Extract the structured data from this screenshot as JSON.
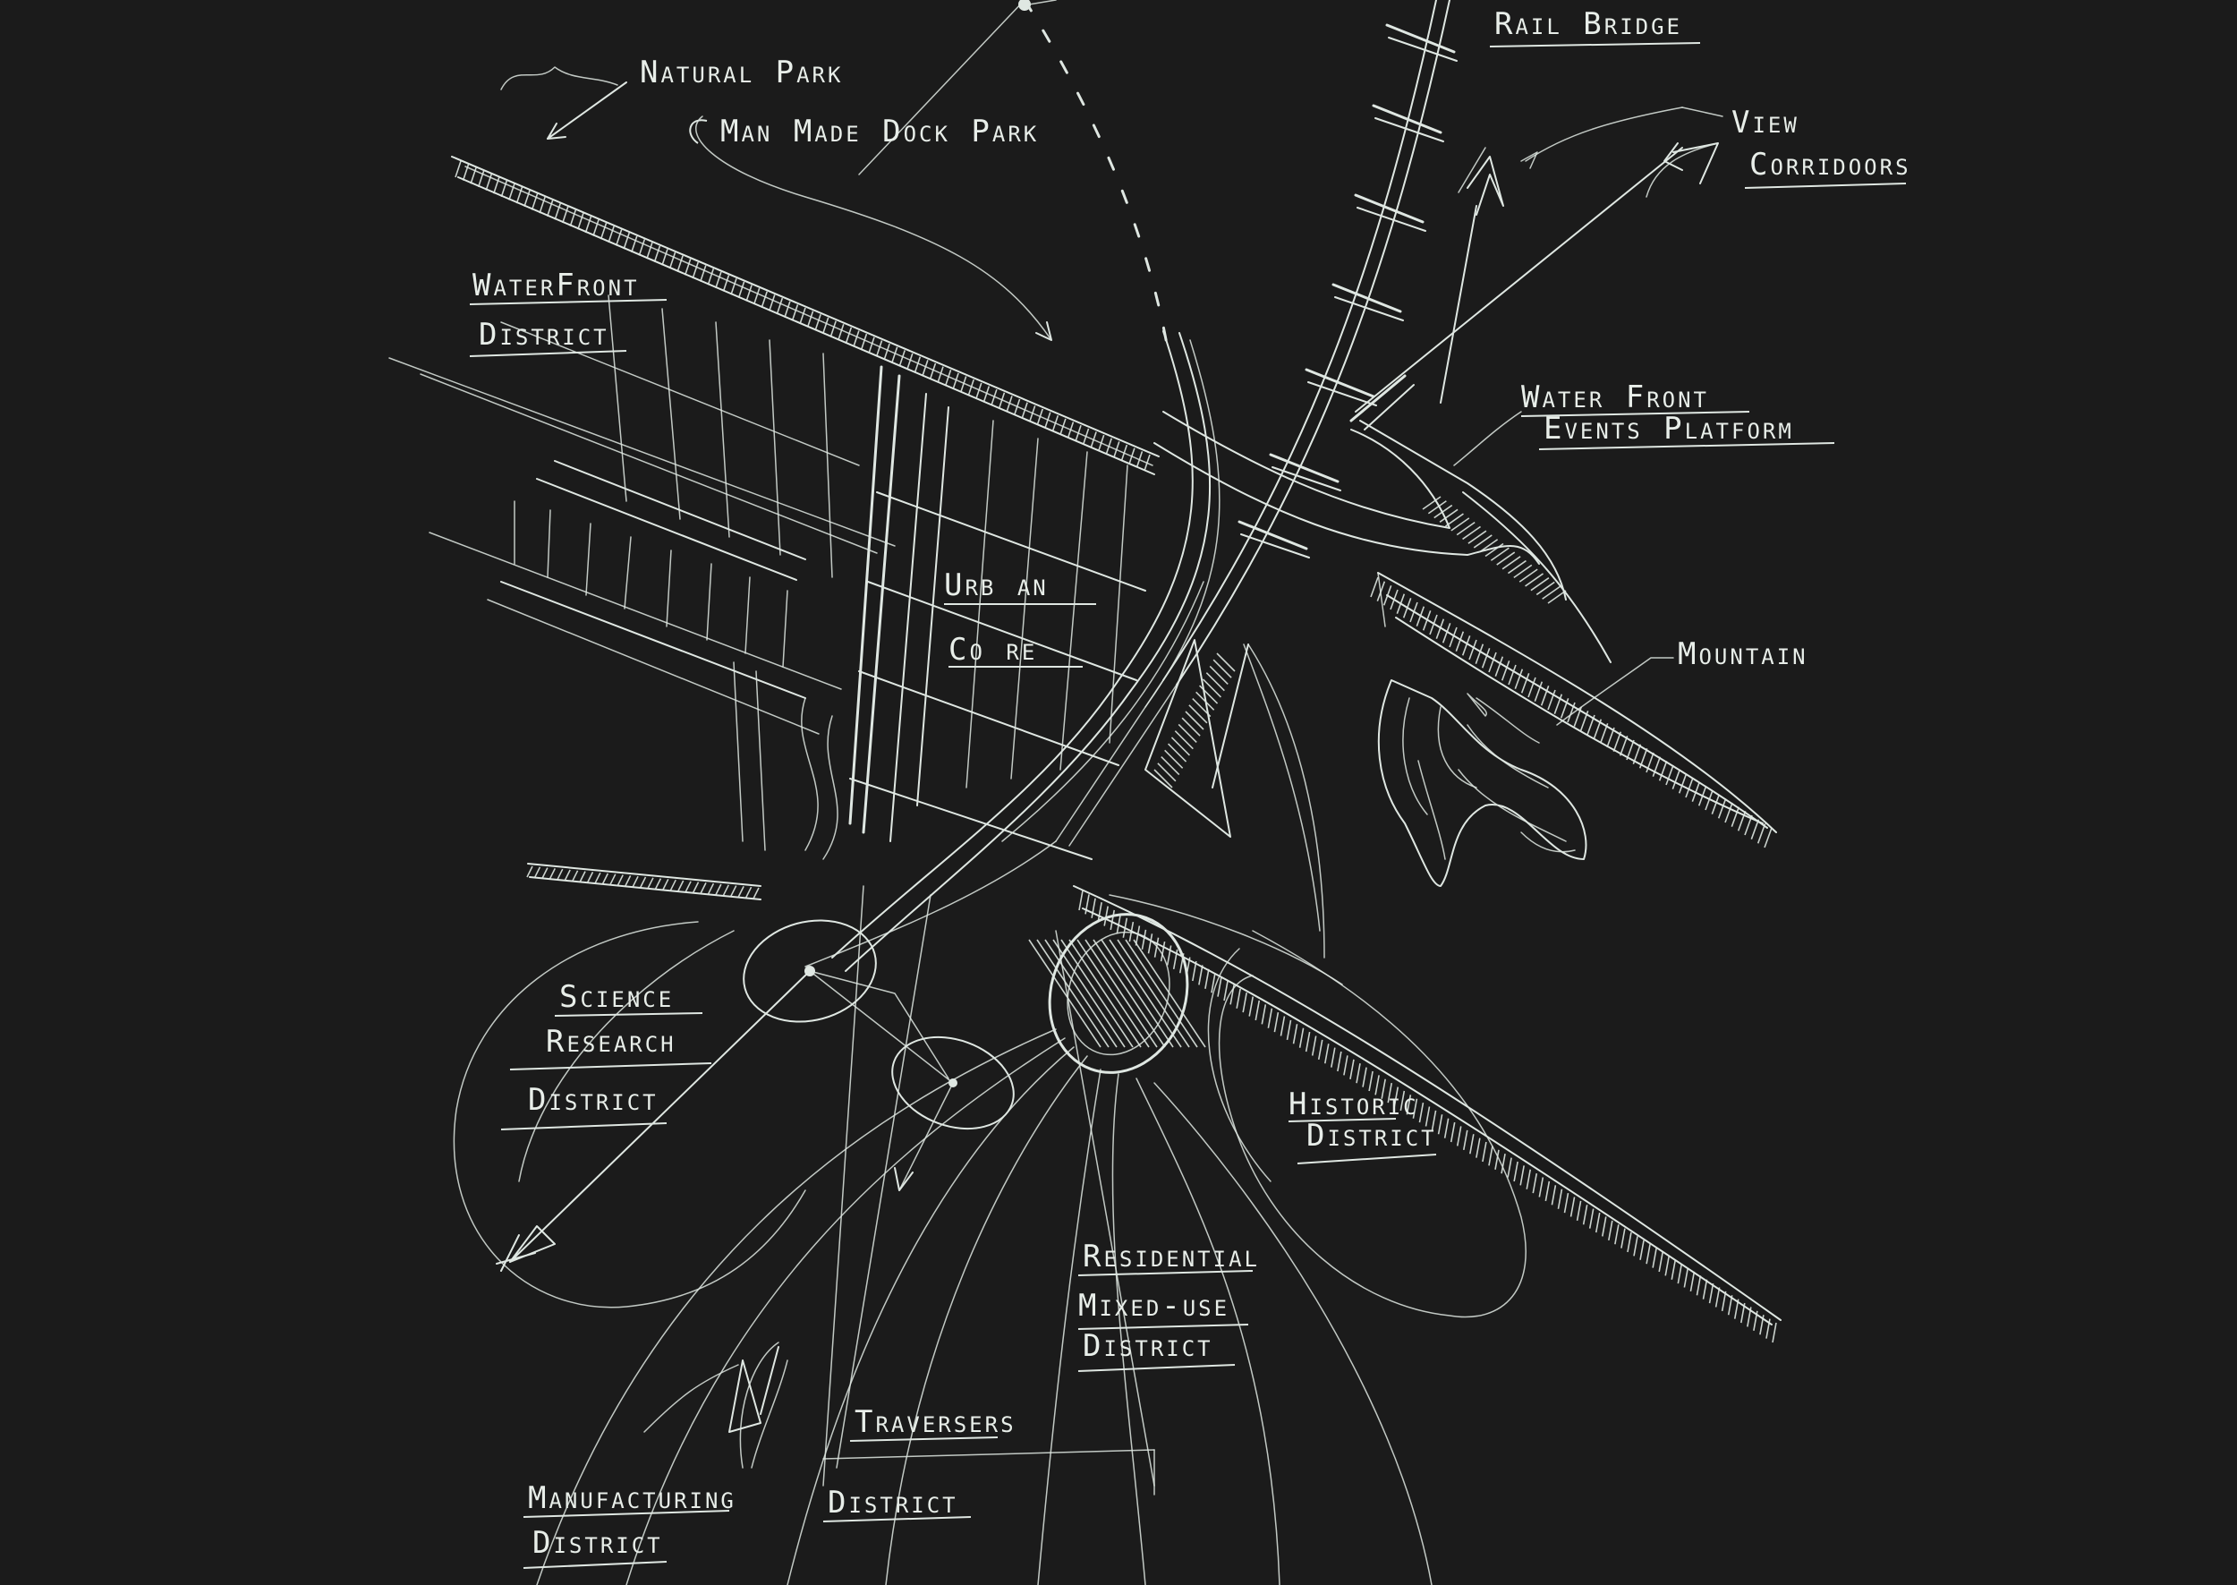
{
  "labels": {
    "natural_park": "Natural Park",
    "man_made_dock_park": "Man Made Dock Park",
    "rail_bridge": "Rail Bridge",
    "view": "View",
    "corridors": "Corridoors",
    "waterfront_district_1": "WaterFront",
    "waterfront_district_2": "District",
    "waterfront_events_1": "Water Front",
    "waterfront_events_2": "Events Platform",
    "urban_core_1": "Urb an",
    "urban_core_2": "Co re",
    "mountain": "Mountain",
    "science_1": "Science",
    "science_2": "Research",
    "science_3": "District",
    "historic_1": "Historic",
    "historic_2": "District",
    "residential_1": "Residential",
    "residential_2": "Mixed-use",
    "residential_3": "District",
    "traversers_1": "Traversers",
    "traversers_2": "District",
    "manufacturing_1": "Manufacturing",
    "manufacturing_2": "District"
  },
  "colors": {
    "background": "#1b1b1b",
    "ink": "#dfe7e2"
  }
}
